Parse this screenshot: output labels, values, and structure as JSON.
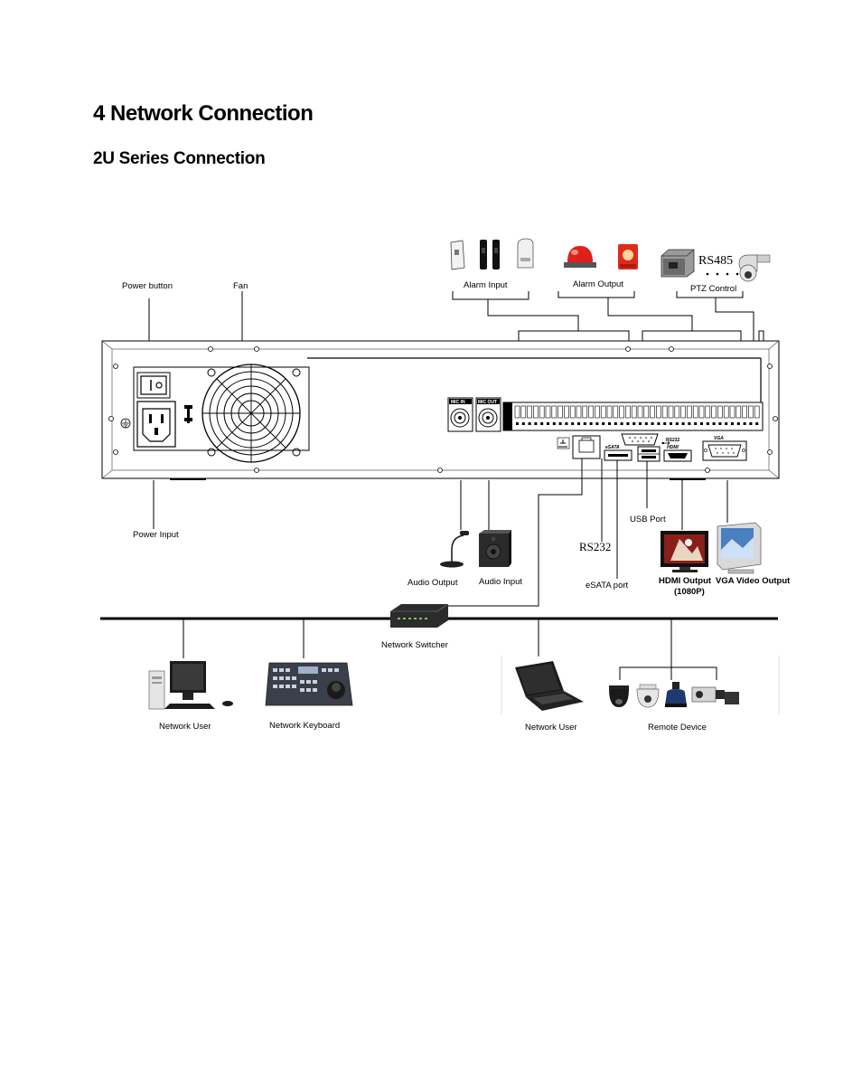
{
  "page": {
    "title": "4  Network Connection",
    "subtitle": "2U Series Connection"
  },
  "labels": {
    "power_button": "Power button",
    "fan": "Fan",
    "alarm_input": "Alarm Input",
    "alarm_output": "Alarm Output",
    "rs485": "RS485",
    "ptz_control": "PTZ Control",
    "power_input": "Power Input",
    "audio_output": "Audio Output",
    "audio_input": "Audio Input",
    "rs232": "RS232",
    "esata_port": "eSATA port",
    "usb_port": "USB Port",
    "hdmi_output": "HDMI Output",
    "hdmi_res": "(1080P)",
    "vga_output": "VGA Video Output",
    "network_switcher": "Network Switcher",
    "network_user_1": "Network User",
    "network_keyboard": "Network Keyboard",
    "network_user_2": "Network User",
    "remote_device": "Remote Device"
  },
  "panel_labels": {
    "mic_in": "MIC IN",
    "mic_out": "MIC OUT",
    "esata": "eSATA",
    "rs232": "RS232",
    "hdmi": "HDMI",
    "vga": "VGA"
  }
}
